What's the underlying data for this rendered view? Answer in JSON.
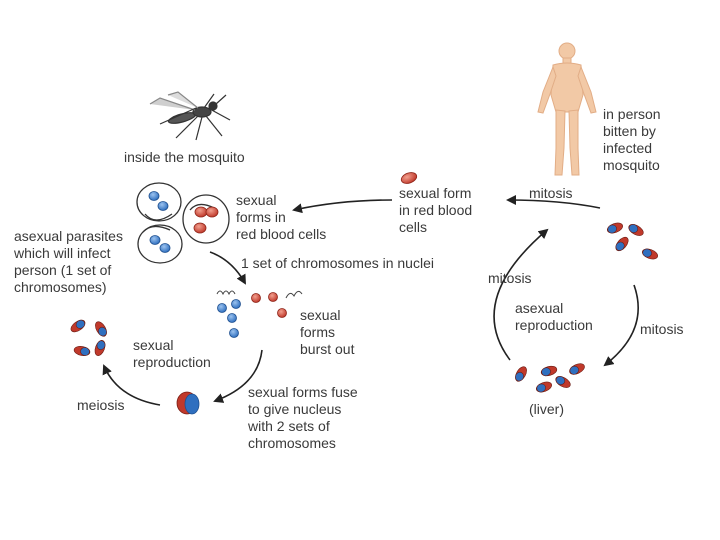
{
  "labels": {
    "inside_mosquito": "inside the mosquito",
    "in_person": "in person\nbitten by\ninfected\nmosquito",
    "sexual_forms_rbc": "sexual\nforms in\nred blood cells",
    "sexual_form_rbc": "sexual form\nin red blood\ncells",
    "mitosis_top": "mitosis",
    "asexual_parasites": "asexual parasites\nwhich will infect\nperson (1 set of\nchromosomes)",
    "one_set_nuclei": "1 set of chromosomes in nuclei",
    "sexual_burst": "sexual\nforms\nburst out",
    "sexual_reproduction": "sexual\nreproduction",
    "mitosis_left": "mitosis",
    "asexual_reproduction": "asexual\nreproduction",
    "mitosis_right": "mitosis",
    "meiosis": "meiosis",
    "forms_fuse": "sexual forms fuse\nto give nucleus\nwith 2 sets of\nchromosomes",
    "liver": "(liver)"
  },
  "colors": {
    "text": "#3a3a3a",
    "blue_cell": "#2f6fbf",
    "red_cell": "#c0392b",
    "arrow": "#222222",
    "skin": "#f2c9a6"
  }
}
